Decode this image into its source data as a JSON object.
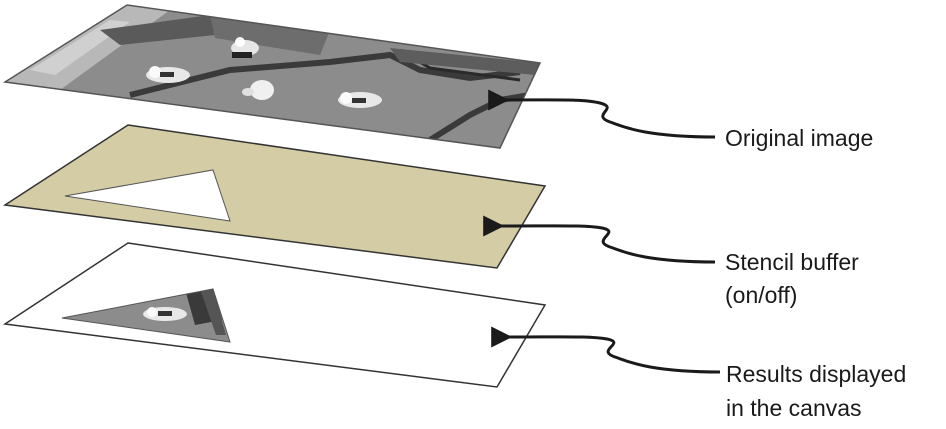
{
  "labels": {
    "original": "Original image",
    "stencil_line1": "Stencil buffer",
    "stencil_line2": "(on/off)",
    "results_line1": "Results displayed",
    "results_line2": "in the canvas"
  },
  "colors": {
    "stencil_fill": "#d3cca5",
    "layer_outline": "#333333",
    "image_base": "#8c8c8c",
    "arrow": "#1a1a1a"
  },
  "icons": [
    "arrow-right-to-left",
    "sprite-figure"
  ]
}
